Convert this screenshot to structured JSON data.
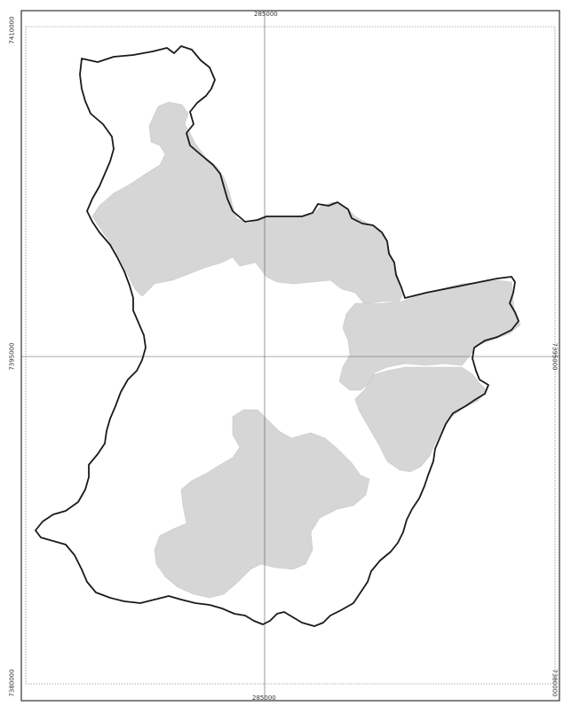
{
  "map": {
    "grid_x_value": "285000",
    "grid_y_mid_value": "7395000",
    "grid_y_top_value": "7410000",
    "grid_y_bottom_value": "7380000",
    "colors": {
      "boundary": "#1a1a1a",
      "shaded_area": "#d6d6d6",
      "grid": "#555555",
      "frame": "#333333",
      "background": "#ffffff"
    }
  }
}
